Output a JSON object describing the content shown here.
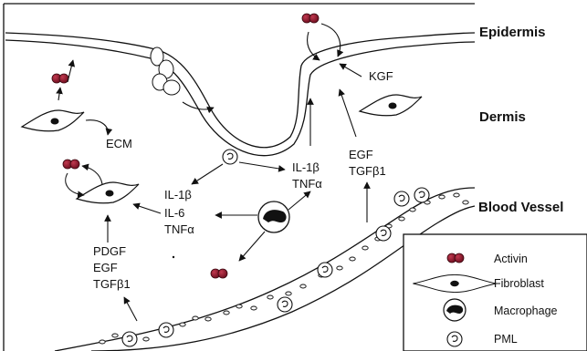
{
  "regions": {
    "epidermis": "Epidermis",
    "dermis": "Dermis",
    "blood_vessel": "Blood Vessel"
  },
  "labels": {
    "kgf": "KGF",
    "ecm": "ECM",
    "il1b_top": "IL-1β",
    "tnfa_top": "TNFα",
    "egf_right": "EGF",
    "tgfb1_right": "TGFβ1",
    "il1b_left": "IL-1β",
    "il6_left": "IL-6",
    "tnfa_left": "TNFα",
    "pdgf": "PDGF",
    "egf_bottom": "EGF",
    "tgfb1_bottom": "TGFβ1"
  },
  "legend": [
    {
      "label": "Activin",
      "icon": "activin-icon"
    },
    {
      "label": "Fibroblast",
      "icon": "fibroblast-icon"
    },
    {
      "label": "Macrophage",
      "icon": "macrophage-icon"
    },
    {
      "label": "PML",
      "icon": "pml-icon"
    }
  ],
  "colors": {
    "activin": "#7a1022",
    "line": "#111111"
  }
}
